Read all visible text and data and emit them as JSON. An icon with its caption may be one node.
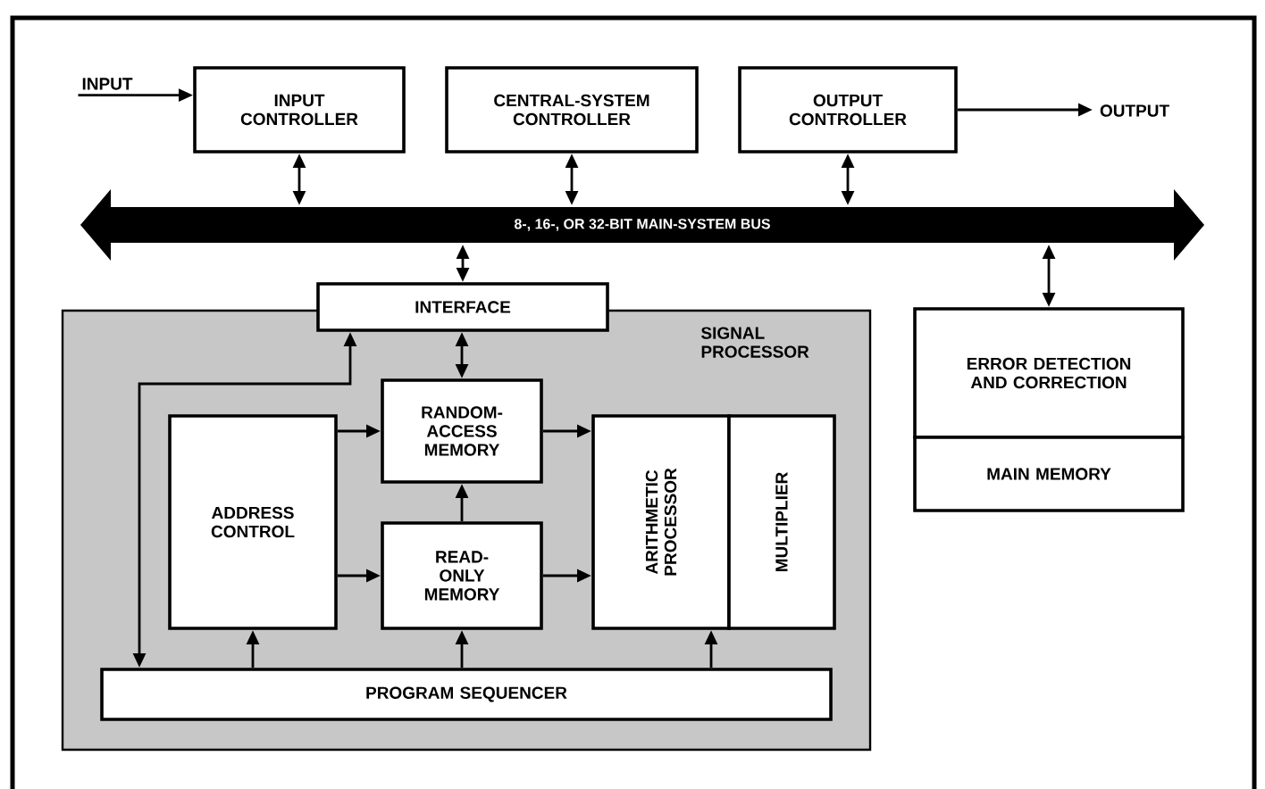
{
  "diagram": {
    "nodes": [
      {
        "text": [
          "INPUT"
        ]
      },
      {
        "text": [
          "INPUT CONTROLLER"
        ]
      },
      {
        "text": [
          "CENTRAL-SYSTEM CONTROLLER"
        ]
      },
      {
        "text": [
          "OUTPUT CONTROLLER"
        ]
      },
      {
        "text": [
          "OUTPUT"
        ]
      },
      {
        "text": [
          "8-, 16-, OR 32-BIT MAIN-SYSTEM BUS"
        ]
      },
      {
        "text": [
          "INTERFACE"
        ]
      },
      {
        "text": [
          "SIGNAL PROCESSOR"
        ]
      },
      {
        "text": [
          "RANDOM-ACCESS MEMORY"
        ],
        "in": 7
      },
      {
        "text": [
          "ADDRESS CONTROL"
        ],
        "in": 7
      },
      {
        "text": [
          "READ-ONLY MEMORY"
        ],
        "in": 7
      },
      {
        "text": [
          "ARITHMETIC PROCESSOR"
        ],
        "in": 7
      },
      {
        "text": [
          "MULTIPLIER"
        ],
        "in": 7
      },
      {
        "text": [
          "PROGRAM SEQUENCER"
        ],
        "in": 7
      },
      {
        "text": [
          "ERROR DETECTION AND CORRECTION"
        ]
      },
      {
        "text": [
          "MAIN MEMORY"
        ]
      }
    ],
    "edges": [
      {
        "from": 0,
        "to": 1,
        "arrow": "to"
      },
      {
        "from": 1,
        "to": 5,
        "arrow": "both"
      },
      {
        "from": 2,
        "to": 5,
        "arrow": "both"
      },
      {
        "from": 3,
        "to": 5,
        "arrow": "both"
      },
      {
        "from": 3,
        "to": 4,
        "arrow": "to"
      },
      {
        "from": 5,
        "to": 6,
        "arrow": "both"
      },
      {
        "from": 5,
        "to": 14,
        "arrow": "both"
      },
      {
        "from": 6,
        "to": 8,
        "arrow": "both"
      },
      {
        "from": 13,
        "to": 6,
        "arrow": "both"
      },
      {
        "from": 9,
        "to": 8,
        "arrow": "to"
      },
      {
        "from": 9,
        "to": 10,
        "arrow": "to"
      },
      {
        "from": 10,
        "to": 8,
        "arrow": "to"
      },
      {
        "from": 8,
        "to": 11,
        "arrow": "to"
      },
      {
        "from": 10,
        "to": 11,
        "arrow": "to"
      },
      {
        "from": 13,
        "to": 9,
        "arrow": "to"
      },
      {
        "from": 13,
        "to": 10,
        "arrow": "to"
      },
      {
        "from": 13,
        "to": 11,
        "arrow": "to"
      }
    ]
  }
}
